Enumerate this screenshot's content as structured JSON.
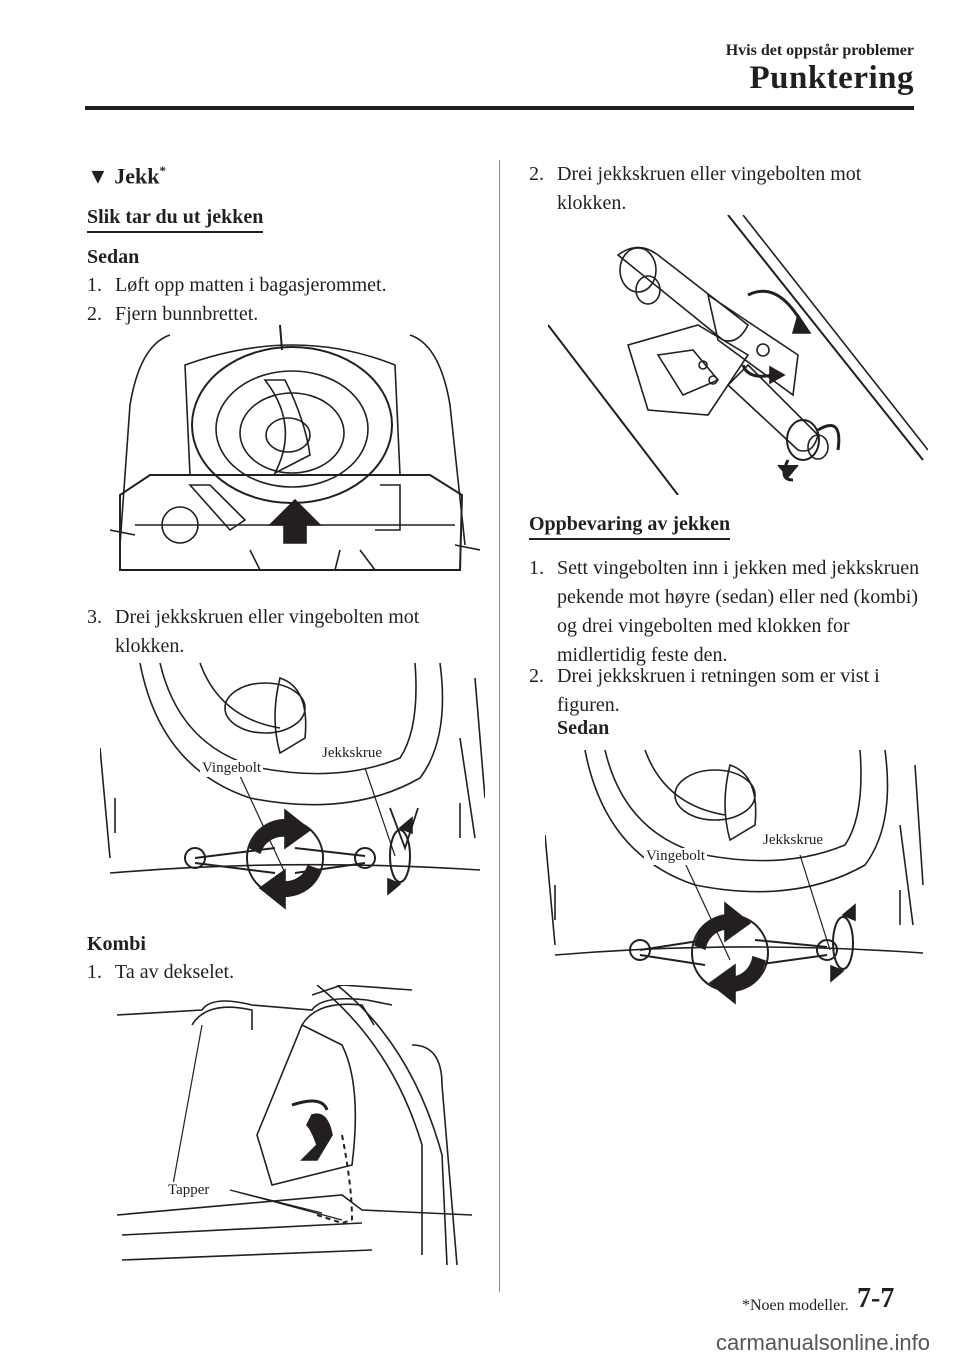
{
  "header": {
    "section": "Hvis det oppstår problemer",
    "title": "Punktering"
  },
  "left": {
    "heading": "Jekk",
    "heading_marker": "▼",
    "heading_sup": "*",
    "subheading": "Slik tar du ut jekken",
    "sedan_label": "Sedan",
    "sedan_steps": [
      {
        "num": "1.",
        "text": "Løft opp matten i bagasjerommet."
      },
      {
        "num": "2.",
        "text": "Fjern bunnbrettet."
      },
      {
        "num": "3.",
        "text": "Drei jekkskruen eller vingebolten mot klokken."
      }
    ],
    "fig2_labels": {
      "wing_bolt": "Vingebolt",
      "jack_screw": "Jekkskrue"
    },
    "kombi_label": "Kombi",
    "kombi_steps": [
      {
        "num": "1.",
        "text": "Ta av dekselet."
      }
    ],
    "fig3_label": "Tapper"
  },
  "right": {
    "steps_top": [
      {
        "num": "2.",
        "text": "Drei jekkskruen eller vingebolten mot klokken."
      }
    ],
    "subheading": "Oppbevaring av jekken",
    "steps": [
      {
        "num": "1.",
        "text": "Sett vingebolten inn i jekken med jekkskruen pekende mot høyre (sedan) eller ned (kombi) og drei vingebolten med klokken for midlertidig feste den."
      },
      {
        "num": "2.",
        "text": "Drei jekkskruen i retningen som er vist i figuren."
      }
    ],
    "sedan_label": "Sedan",
    "fig5_labels": {
      "wing_bolt": "Vingebolt",
      "jack_screw": "Jekkskrue"
    }
  },
  "footer": {
    "footnote": "*Noen modeller.",
    "page_number": "7-7",
    "watermark": "carmanualsonline.info"
  }
}
